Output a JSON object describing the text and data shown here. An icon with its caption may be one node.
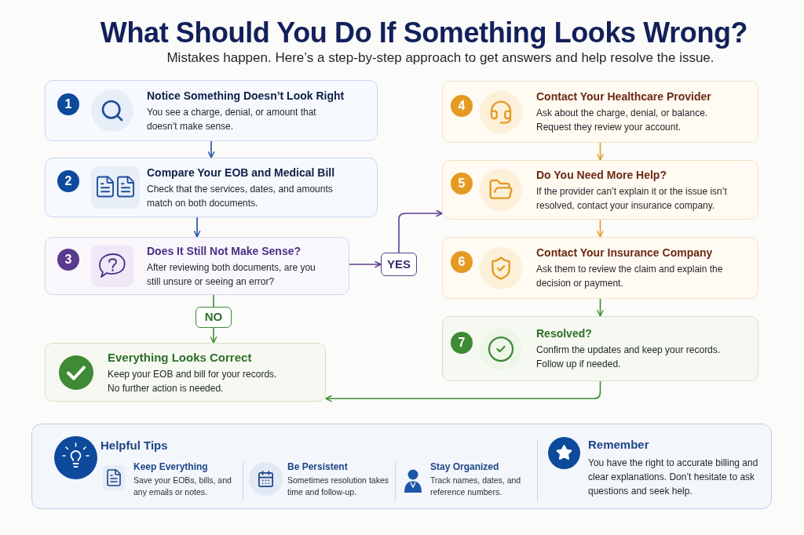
{
  "diagram": {
    "title": "What Should You Do If Something Looks Wrong?",
    "nodes": [
      {
        "text": [
          "1",
          "Notice Something Doesn’t Look Right",
          "You see a charge, denial, or amount that doesn’t make sense."
        ]
      },
      {
        "text": [
          "2",
          "Compare Your EOB and Medical Bill",
          "Check that the services, dates, and amounts match on both documents."
        ]
      },
      {
        "text": [
          "3",
          "Does It Still Not Make Sense?",
          "After reviewing both documents, are you still unsure or seeing an error?"
        ]
      },
      {
        "text": [
          "YES"
        ]
      },
      {
        "text": [
          "NO"
        ]
      },
      {
        "text": [
          "Everything Looks Correct",
          "Keep your EOB and bill for your records. No further action is needed."
        ]
      },
      {
        "text": [
          "4",
          "Contact Your Healthcare Provider",
          "Ask about the charge, denial, or balance. Request they review your account."
        ]
      },
      {
        "text": [
          "5",
          "Do You Need More Help?",
          "If the provider can’t explain it or the issue isn’t resolved, contact your insurance company."
        ]
      },
      {
        "text": [
          "6",
          "Contact Your Insurance Company",
          "Ask them to review the claim and explain the decision or payment."
        ]
      },
      {
        "text": [
          "7",
          "Resolved?",
          "Confirm the updates and keep your records. Follow up if needed."
        ]
      },
      {
        "text": [
          "Helpful Tips",
          "Keep Everything",
          "Save your EOBs, bills, and any emails or notes.",
          "Be Persistent",
          "Sometimes resolution takes time and follow-up.",
          "Stay Organized",
          "Track names, dates, and reference numbers.",
          "Remember",
          "You have the right to accurate billing and clear explanations. Don’t hesitate to ask questions and seek help."
        ]
      }
    ],
    "edges": [
      {
        "from": 0,
        "to": 1,
        "arrow": "to",
        "color": "#1e4f9c"
      },
      {
        "from": 1,
        "to": 2,
        "arrow": "to",
        "color": "#1e4f9c"
      },
      {
        "from": 2,
        "to": 3,
        "arrow": "to",
        "color": "#5b3d8f"
      },
      {
        "from": 3,
        "to": 7,
        "arrow": "to",
        "color": "#5b3d8f"
      },
      {
        "from": 2,
        "to": 4,
        "arrow": "none"
      },
      {
        "from": 4,
        "to": 5,
        "arrow": "to"
      },
      {
        "from": 6,
        "to": 7,
        "arrow": "to",
        "color": "#e39b26"
      },
      {
        "from": 7,
        "to": 8,
        "arrow": "to",
        "color": "#e39b26"
      },
      {
        "from": 8,
        "to": 9,
        "arrow": "to"
      },
      {
        "from": 9,
        "to": 5,
        "arrow": "to"
      }
    ],
    "labels": [
      "Mistakes happen. Here’s a step-by-step approach to get answers and help resolve the issue."
    ]
  }
}
